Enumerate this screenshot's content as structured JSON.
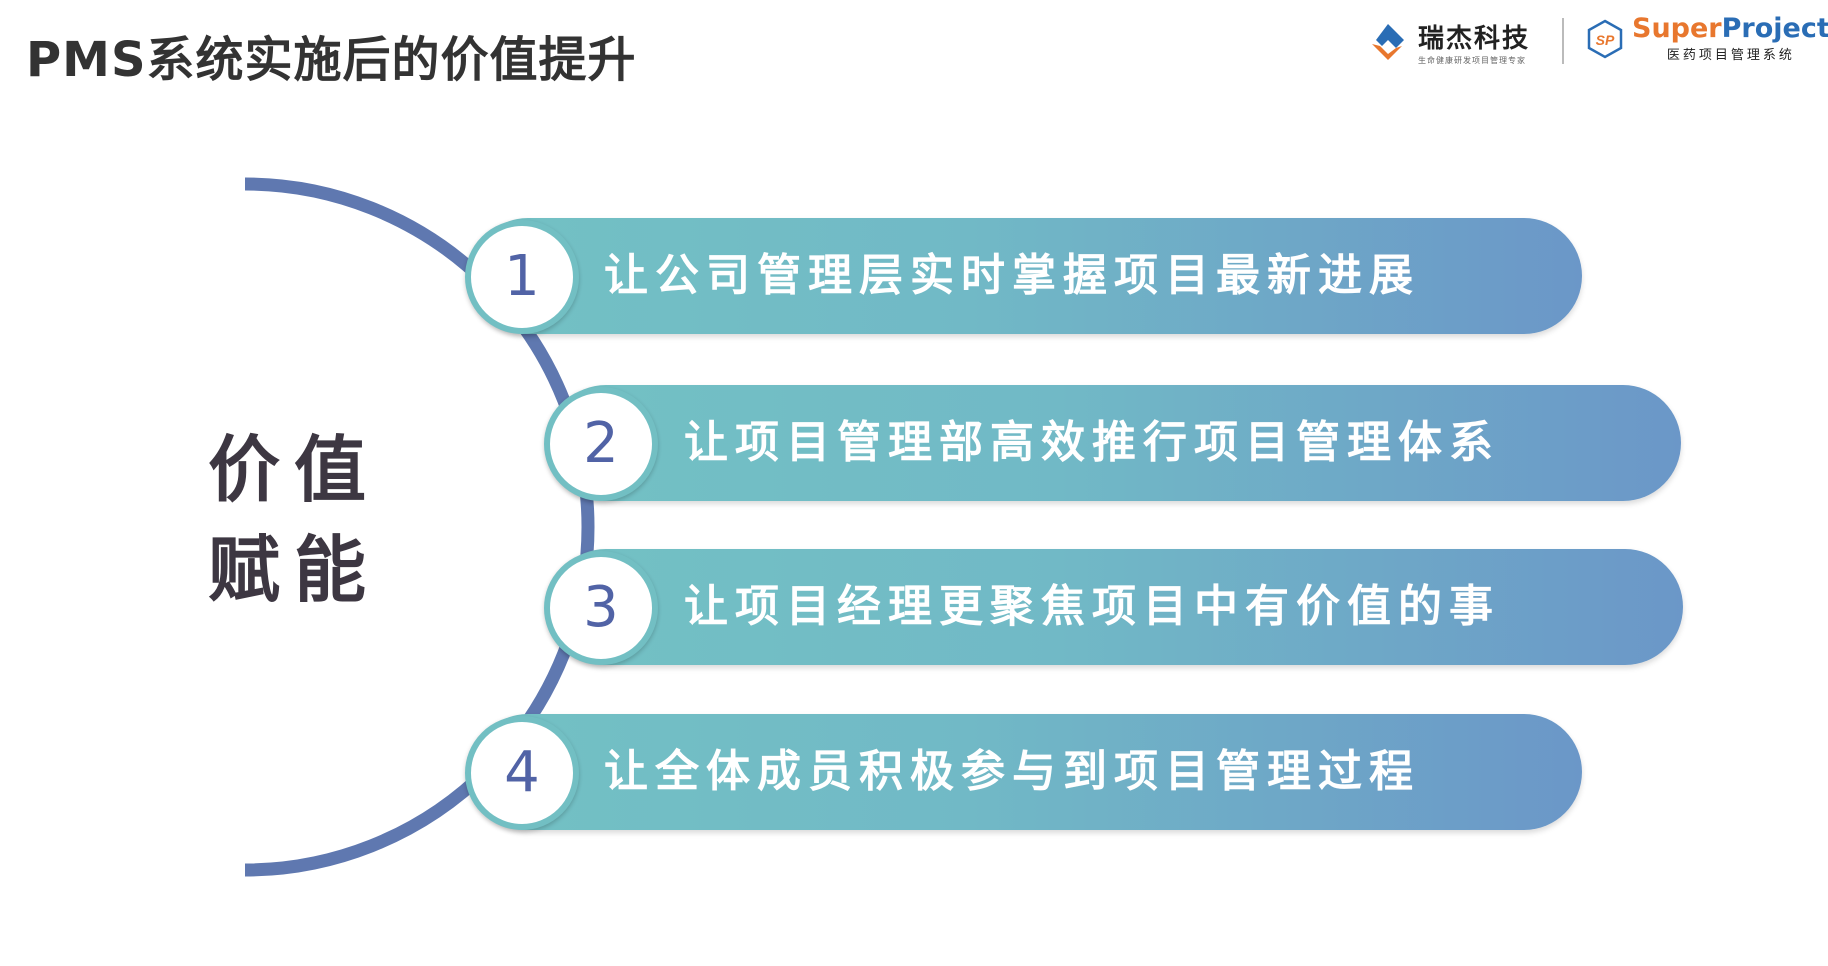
{
  "title": "PMS系统实施后的价值提升",
  "logos": {
    "ruijie": {
      "name": "瑞杰科技",
      "tagline": "生命健康研发项目管理专家"
    },
    "superproject": {
      "icon_text": "SP",
      "brand_a": "Super",
      "brand_b": "Project",
      "tagline": "医药项目管理系统"
    }
  },
  "side_label": {
    "line1": "价值",
    "line2": "赋能"
  },
  "items": [
    {
      "num": "1",
      "text": "让公司管理层实时掌握项目最新进展"
    },
    {
      "num": "2",
      "text": "让项目管理部高效推行项目管理体系"
    },
    {
      "num": "3",
      "text": "让项目经理更聚焦项目中有价值的事"
    },
    {
      "num": "4",
      "text": "让全体成员积极参与到项目管理过程"
    }
  ],
  "colors": {
    "arc": "#5f78b0",
    "teal": "#73c1c4",
    "blue": "#6b97c8",
    "orange": "#e8772e",
    "brand_blue": "#2a6db5"
  }
}
